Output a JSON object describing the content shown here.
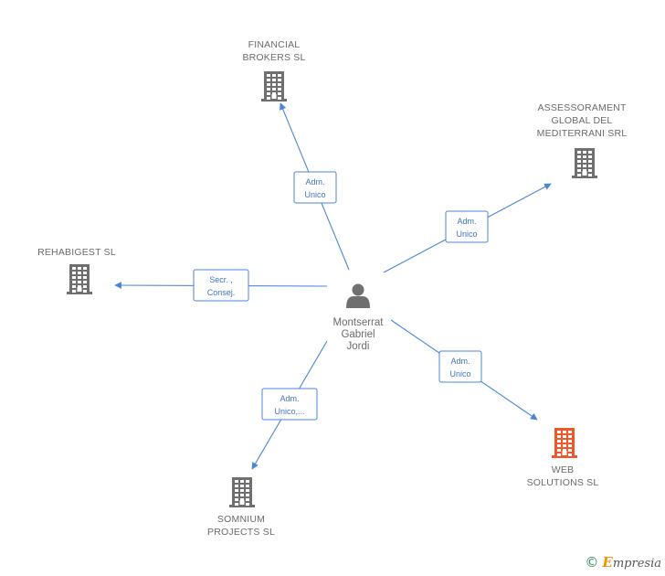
{
  "center": {
    "lines": [
      "Montserrat",
      "Gabriel",
      "Jordi"
    ]
  },
  "nodes": [
    {
      "id": "financial",
      "lines": [
        "FINANCIAL",
        "BROKERS SL"
      ],
      "color": "#6f6f6f"
    },
    {
      "id": "assessorament",
      "lines": [
        "ASSESSORAMENT",
        "GLOBAL DEL",
        "MEDITERRANI SRL"
      ],
      "color": "#6f6f6f"
    },
    {
      "id": "rehabigest",
      "lines": [
        "REHABIGEST SL"
      ],
      "color": "#6f6f6f"
    },
    {
      "id": "web",
      "lines": [
        "WEB",
        "SOLUTIONS SL"
      ],
      "color": "#f0582a"
    },
    {
      "id": "somnium",
      "lines": [
        "SOMNIUM",
        "PROJECTS SL"
      ],
      "color": "#6f6f6f"
    }
  ],
  "edges": [
    {
      "target": "financial",
      "lines": [
        "Adm.",
        "Unico"
      ]
    },
    {
      "target": "assessorament",
      "lines": [
        "Adm.",
        "Unico"
      ]
    },
    {
      "target": "rehabigest",
      "lines": [
        "Secr. ,",
        "Consej."
      ]
    },
    {
      "target": "web",
      "lines": [
        "Adm.",
        "Unico"
      ]
    },
    {
      "target": "somnium",
      "lines": [
        "Adm.",
        "Unico,..."
      ]
    }
  ],
  "colors": {
    "edge": "#4a86d4",
    "company": "#6f6f6f",
    "highlight": "#f0582a",
    "person": "#6f6f6f"
  },
  "watermark": {
    "symbol": "©",
    "initial": "E",
    "rest": "mpresia"
  }
}
